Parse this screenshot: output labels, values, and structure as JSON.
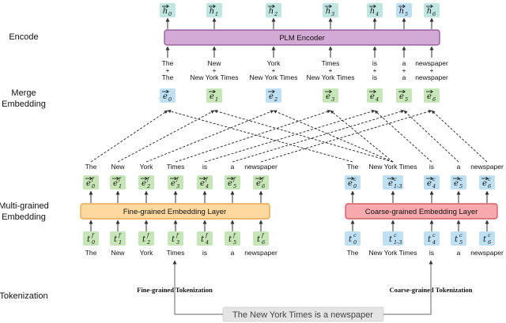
{
  "stage_labels": {
    "encode": "Encode",
    "merge_1": "Merge",
    "merge_2": "Embedding",
    "multi_1": "Multi-grained",
    "multi_2": "Embedding",
    "tokenization": "Tokenization"
  },
  "sentence": "The New York Times is a newspaper",
  "fine_tokenization_label": "Fine-grained Tokenization",
  "coarse_tokenization_label": "Coarse-grained Tokenization",
  "fine_layer_label": "Fine-grained Embedding Layer",
  "coarse_layer_label": "Coarse-grained Embedding Layer",
  "plm_label": "PLM Encoder",
  "fine_words": [
    "The",
    "New",
    "York",
    "Times",
    "is",
    "a",
    "newspaper"
  ],
  "fine_sup": "f",
  "fine_subs": [
    "0",
    "1",
    "2",
    "3",
    "4",
    "5",
    "6"
  ],
  "coarse_words": [
    "The",
    "New York Times",
    "is",
    "a",
    "newspaper"
  ],
  "coarse_sup": "c",
  "coarse_subs": [
    "0",
    "1-3",
    "4",
    "5",
    "6"
  ],
  "token_letter": "t",
  "embed_letter": "e",
  "hidden_letter": "h",
  "merge_subs": [
    "0",
    "1",
    "2",
    "3",
    "4",
    "5",
    "6"
  ],
  "hidden_subs": [
    "0",
    "1",
    "2",
    "3",
    "4",
    "5",
    "6"
  ],
  "merge_pairs": [
    {
      "top": "The",
      "plus": "+",
      "bottom": "The"
    },
    {
      "top": "New",
      "plus": "+",
      "bottom": "New York Times"
    },
    {
      "top": "York",
      "plus": "+",
      "bottom": "New York Times"
    },
    {
      "top": "Times",
      "plus": "+",
      "bottom": "New York Times"
    },
    {
      "top": "is",
      "plus": "+",
      "bottom": "is"
    },
    {
      "top": "a",
      "plus": "+",
      "bottom": "a"
    },
    {
      "top": "newspaper",
      "plus": "+",
      "bottom": "newspaper"
    }
  ],
  "colors": {
    "green": "#c6e6b7",
    "blue": "#bfe0f2",
    "teal": "#bfe6e0",
    "fine_layer": "#fdd9a0",
    "fine_layer_border": "#e89a36",
    "coarse_layer": "#f7a9ae",
    "coarse_layer_border": "#cc4b55",
    "plm": "#d3a9d6",
    "plm_border": "#8a4d8f",
    "sentence_box": "#e4e4e4"
  }
}
